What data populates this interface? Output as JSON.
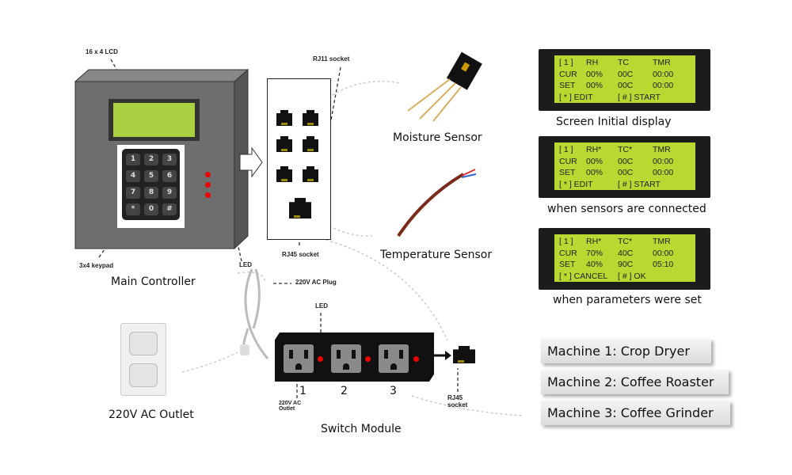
{
  "controller": {
    "lcd_label": "16 x 4 LCD",
    "keypad_label": "3x4 keypad",
    "led_label": "LED",
    "title": "Main Controller",
    "keys": [
      "1",
      "2",
      "3",
      "4",
      "5",
      "6",
      "7",
      "8",
      "9",
      "*",
      "0",
      "#"
    ]
  },
  "socket_panel": {
    "rj11_label": "RJ11 socket",
    "rj45_label": "RJ45 socket"
  },
  "sensors": {
    "moisture": "Moisture Sensor",
    "temperature": "Temperature Sensor"
  },
  "power": {
    "plug_label": "220V AC Plug",
    "outlet_label": "220V AC Outlet"
  },
  "switch_module": {
    "title": "Switch Module",
    "led_label": "LED",
    "outlet_label": "220V AC Outlet",
    "rj45_label": "RJ45 socket",
    "numbers": [
      "1",
      "2",
      "3"
    ]
  },
  "screens": [
    {
      "caption": "Screen Initial display",
      "rows": [
        [
          "[ 1 ]",
          "RH",
          "TC",
          "TMR"
        ],
        [
          "CUR",
          "00%",
          "00C",
          "00:00"
        ],
        [
          "SET",
          "00%",
          "00C",
          "00:00"
        ],
        [
          "[ * ] EDIT",
          "",
          "[ # ] START",
          ""
        ]
      ]
    },
    {
      "caption": "when sensors are connected",
      "rows": [
        [
          "[ 1 ]",
          "RH*",
          "TC*",
          "TMR"
        ],
        [
          "CUR",
          "00%",
          "00C",
          "00:00"
        ],
        [
          "SET",
          "00%",
          "00C",
          "00:00"
        ],
        [
          "[ * ] EDIT",
          "",
          "[ # ] START",
          ""
        ]
      ]
    },
    {
      "caption": "when parameters were set",
      "rows": [
        [
          "[ 1 ]",
          "RH*",
          "TC*",
          "TMR"
        ],
        [
          "CUR",
          "70%",
          "40C",
          "00:00"
        ],
        [
          "SET",
          "40%",
          "90C",
          "05:10"
        ],
        [
          "[ * ] CANCEL",
          "",
          "[ # ] OK",
          ""
        ]
      ]
    }
  ],
  "machines": [
    "Machine 1: Crop Dryer",
    "Machine 2: Coffee Roaster",
    "Machine 3: Coffee Grinder"
  ],
  "colors": {
    "lcd": "#b8d832",
    "led": "#ee0000",
    "housing": "#6e6e6e"
  }
}
